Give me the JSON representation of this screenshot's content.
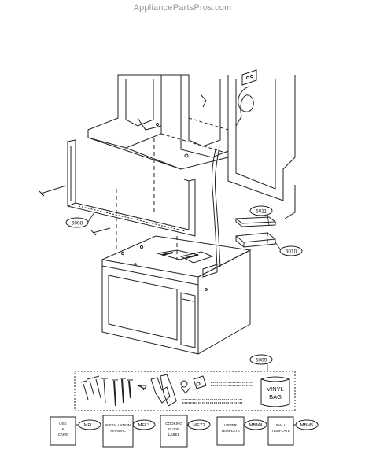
{
  "site": {
    "watermark": "AppliancePartsPros.com"
  },
  "callouts": {
    "p6008": "6008",
    "p6011": "6011",
    "p6010": "6010",
    "p6009": "6009"
  },
  "kit": {
    "vinyl_bag_line1": "VINYL",
    "vinyl_bag_line2": "BAG"
  },
  "literature": [
    {
      "label_lines": [
        "USE",
        "&",
        "CARE"
      ],
      "code": "MFL1"
    },
    {
      "label_lines": [
        "INSTALLATION",
        "MANUAL"
      ],
      "code": "MFL3"
    },
    {
      "label_lines": [
        "COOKING",
        "GUIDE",
        "LABEL"
      ],
      "code": "MEZ1"
    },
    {
      "label_lines": [
        "UPPER",
        "TEMPLATE"
      ],
      "code": "MBM4"
    },
    {
      "label_lines": [
        "WALL",
        "TEMPLATE"
      ],
      "code": "MBM5"
    }
  ]
}
